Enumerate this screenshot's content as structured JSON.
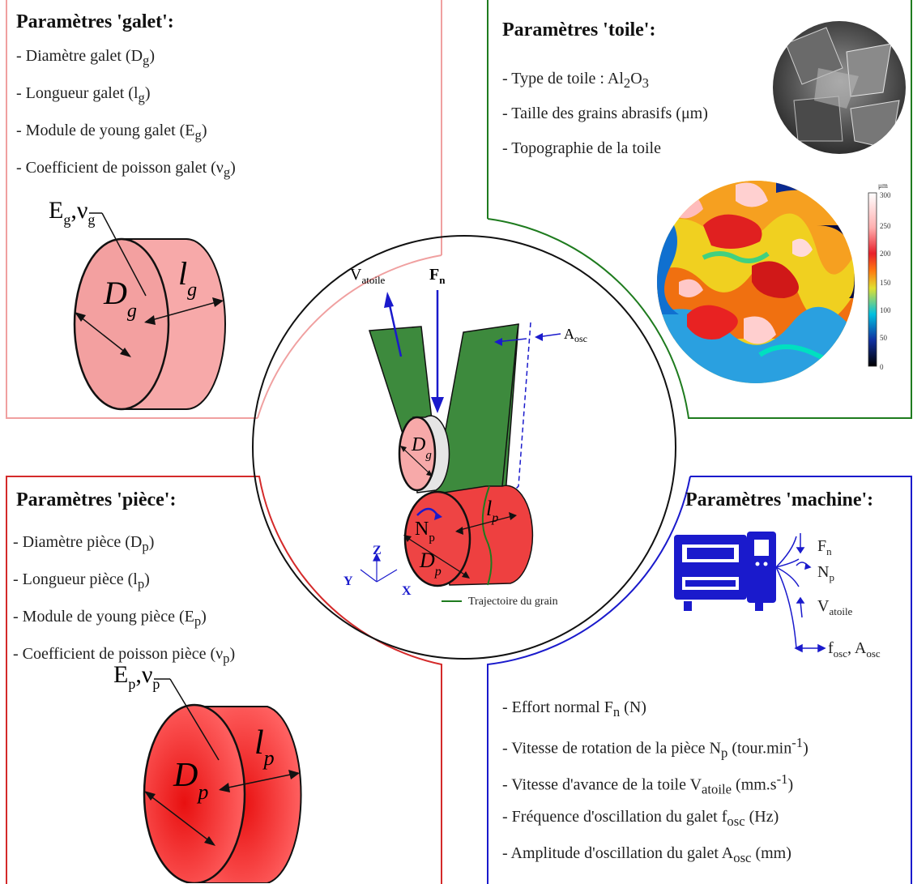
{
  "galet": {
    "title": "Paramètres 'galet':",
    "items": [
      {
        "text": "- Diamètre galet (D",
        "sub": "g",
        "end": ")"
      },
      {
        "text": "- Longueur galet (l",
        "sub": "g",
        "end": ")"
      },
      {
        "text": "- Module de young galet (E",
        "sub": "g",
        "end": ")"
      },
      {
        "text": "- Coefficient de poisson galet (ν",
        "sub": "g",
        "end": ")"
      }
    ],
    "label_E": "E",
    "label_E_sub": "g",
    "label_nu": ",ν",
    "label_nu_sub": "g",
    "label_D": "D",
    "label_D_sub": "g",
    "label_l": "l",
    "label_l_sub": "g",
    "color": "#f4a3a3"
  },
  "toile": {
    "title": "Paramètres 'toile':",
    "items": [
      {
        "text": "- Type de toile : Al",
        "sub": "2",
        "mid": "O",
        "sub2": "3",
        "end": ""
      },
      {
        "text": "- Taille des grains abrasifs (μm)",
        "sub": "",
        "end": ""
      },
      {
        "text": "- Topographie de la toile",
        "sub": "",
        "end": ""
      }
    ],
    "scale_unit": "μm",
    "scale_ticks": [
      "300",
      "250",
      "200",
      "150",
      "100",
      "50",
      "0"
    ],
    "color": "#1e7b1e"
  },
  "piece": {
    "title": "Paramètres 'pièce':",
    "items": [
      {
        "text": "- Diamètre pièce (D",
        "sub": "p",
        "end": ")"
      },
      {
        "text": "- Longueur pièce (l",
        "sub": "p",
        "end": ")"
      },
      {
        "text": "- Module de young pièce (E",
        "sub": "p",
        "end": ")"
      },
      {
        "text": "- Coefficient de poisson pièce (ν",
        "sub": "p",
        "end": ")"
      }
    ],
    "label_E": "E",
    "label_E_sub": "p",
    "label_nu": ",ν",
    "label_nu_sub": "p",
    "label_D": "D",
    "label_D_sub": "p",
    "label_l": "l",
    "label_l_sub": "p",
    "color": "#d42a2a"
  },
  "machine": {
    "title": "Paramètres 'machine':",
    "legend": [
      {
        "main": "F",
        "sub": "n"
      },
      {
        "main": "N",
        "sub": "p"
      },
      {
        "main": "V",
        "sub": "atoile"
      },
      {
        "main": "f",
        "sub": "osc",
        "main2": ", A",
        "sub2": "osc"
      }
    ],
    "items": [
      {
        "text": "- Effort normal F",
        "sub": "n",
        "end": " (N)"
      },
      {
        "text": "- Vitesse de rotation de la pièce N",
        "sub": "p",
        "end": " (tour.min",
        "sup": "-1",
        "end2": ")"
      },
      {
        "text": "- Vitesse d'avance de la toile V",
        "sub": "atoile",
        "end": " (mm.s",
        "sup": "-1",
        "end2": ")"
      },
      {
        "text": "- Fréquence d'oscillation du galet f",
        "sub": "osc",
        "end": " (Hz)"
      },
      {
        "text": "- Amplitude d'oscillation du galet A",
        "sub": "osc",
        "end": " (mm)"
      }
    ],
    "color": "#1a1acc"
  },
  "center": {
    "V_main": "V",
    "V_sub": "atoile",
    "F_main": "F",
    "F_sub": "n",
    "A_main": "A",
    "A_sub": "osc",
    "Dg_main": "D",
    "Dg_sub": "g",
    "Np_main": "N",
    "Np_sub": "p",
    "Dp_main": "D",
    "Dp_sub": "p",
    "lp_main": "l",
    "lp_sub": "p",
    "axis_z": "Z",
    "axis_y": "Y",
    "axis_x": "X",
    "trajectory_label": "Trajectoire du grain"
  }
}
